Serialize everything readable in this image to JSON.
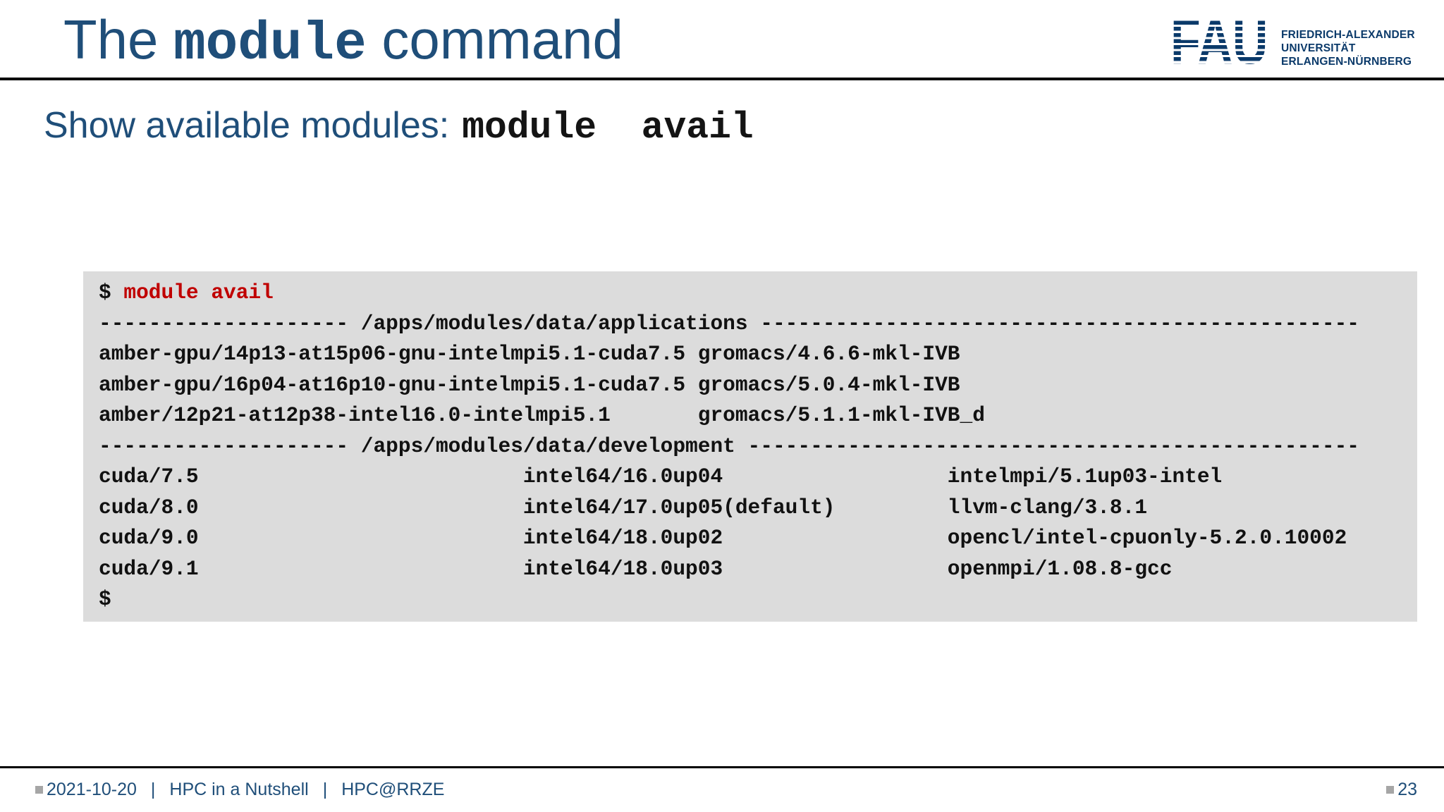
{
  "colors": {
    "title_blue": "#1F4E79",
    "logo_blue": "#0B3A6A",
    "command_red": "#C00000",
    "terminal_bg": "#DCDCDC",
    "bullet_gray": "#A6A6A6"
  },
  "header": {
    "title_prefix": "The ",
    "title_code": "module",
    "title_suffix": " command"
  },
  "logo": {
    "acronym": "FAU",
    "name_line1": "FRIEDRICH-ALEXANDER",
    "name_line2": "UNIVERSITÄT",
    "name_line3": "ERLANGEN-NÜRNBERG"
  },
  "subtitle": {
    "label": "Show available modules:",
    "command": "module  avail"
  },
  "terminal": {
    "prompt": "$ ",
    "command": "module avail",
    "lines": [
      "-------------------- /apps/modules/data/applications ------------------------------------------------",
      "amber-gpu/14p13-at15p06-gnu-intelmpi5.1-cuda7.5 gromacs/4.6.6-mkl-IVB",
      "amber-gpu/16p04-at16p10-gnu-intelmpi5.1-cuda7.5 gromacs/5.0.4-mkl-IVB",
      "amber/12p21-at12p38-intel16.0-intelmpi5.1       gromacs/5.1.1-mkl-IVB_d",
      "-------------------- /apps/modules/data/development -------------------------------------------------",
      "cuda/7.5                          intel64/16.0up04                  intelmpi/5.1up03-intel",
      "cuda/8.0                          intel64/17.0up05(default)         llvm-clang/3.8.1",
      "cuda/9.0                          intel64/18.0up02                  opencl/intel-cpuonly-5.2.0.10002",
      "cuda/9.1                          intel64/18.0up03                  openmpi/1.08.8-gcc",
      "$"
    ]
  },
  "footer": {
    "date": "2021-10-20",
    "pipe": "|",
    "series": "HPC in a Nutshell",
    "group": "HPC@RRZE",
    "page": "23"
  }
}
